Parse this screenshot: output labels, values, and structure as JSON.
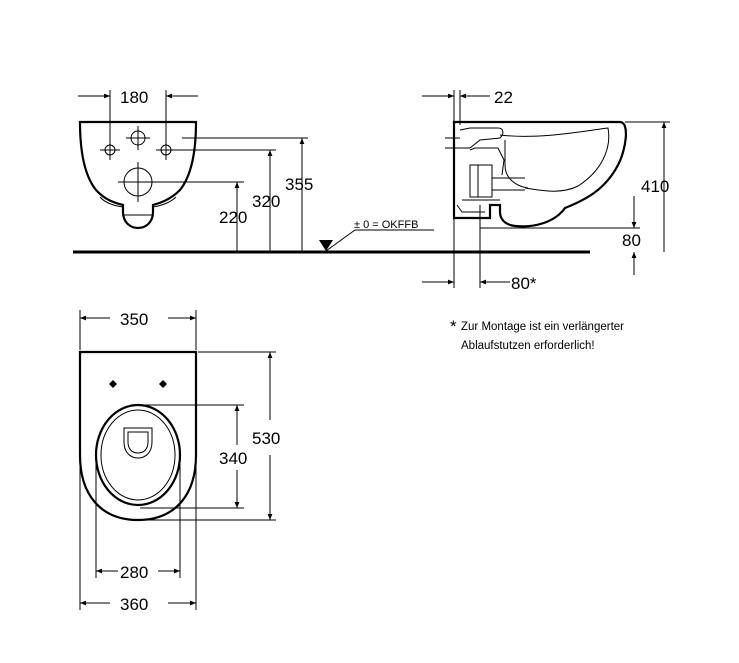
{
  "dimensions": {
    "front_hole_spacing": "180",
    "front_height_355": "355",
    "front_height_320": "320",
    "front_height_220": "220",
    "floor_label": "± 0 = OKFFB",
    "side_wall_offset": "22",
    "side_height": "410",
    "side_outlet_height": "80",
    "side_outlet_depth": "80*",
    "top_width": "350",
    "top_length": "530",
    "top_inner_length": "340",
    "top_inner_width": "280",
    "top_outer_width": "360"
  },
  "note": {
    "asterisk": "*",
    "line1": "Zur Montage ist ein verlängerter",
    "line2": "Ablaufstutzen erforderlich!"
  }
}
